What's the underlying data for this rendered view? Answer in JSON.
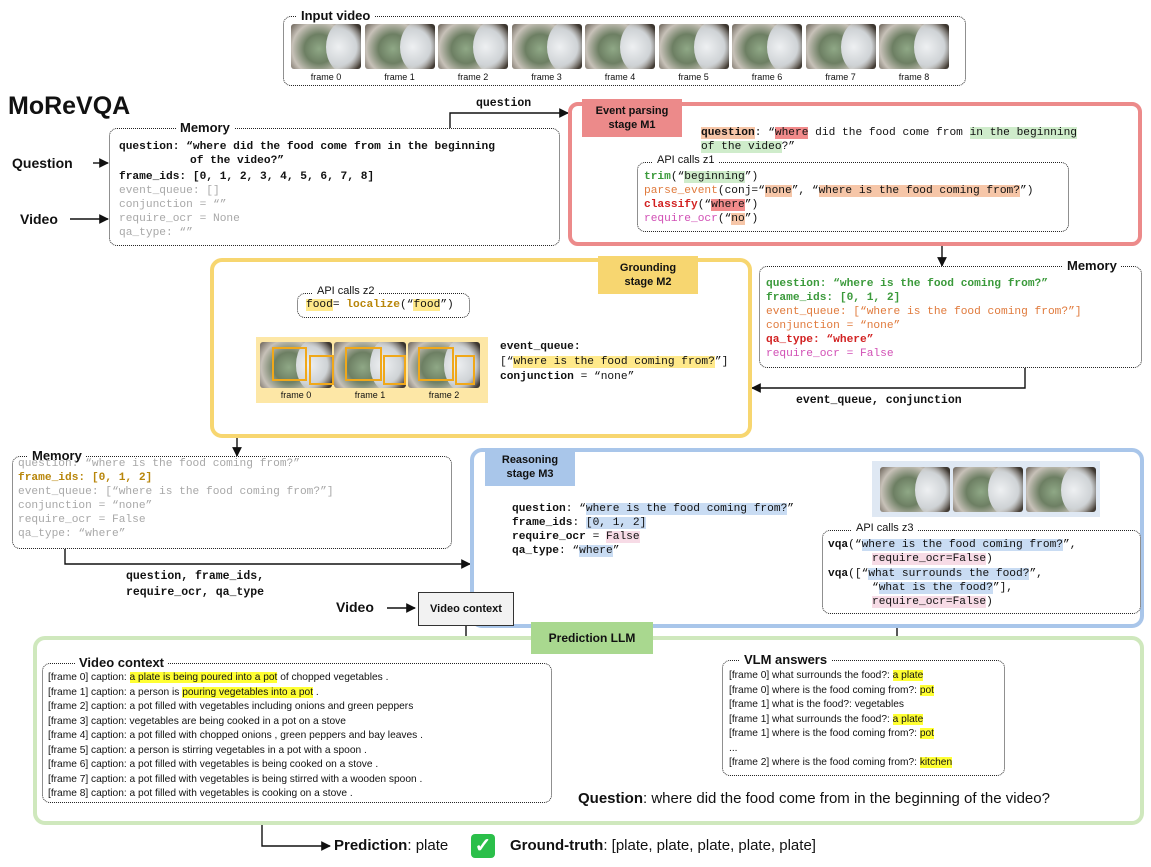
{
  "title": "MoReVQA",
  "input_video": {
    "title": "Input video",
    "frames": [
      "frame 0",
      "frame 1",
      "frame 2",
      "frame 3",
      "frame 4",
      "frame 5",
      "frame 6",
      "frame 7",
      "frame 8"
    ]
  },
  "left_inputs": {
    "question": "Question",
    "video": "Video"
  },
  "arrow_question_label": "question",
  "memory1": {
    "title": "Memory",
    "question_line1": "question: “where did the food come from in the beginning",
    "question_line2": "of the video?”",
    "frame_ids": "frame_ids: [0, 1, 2, 3, 4, 5, 6, 7, 8]",
    "event_queue": "event_queue: []",
    "conjunction": "conjunction = “”",
    "require_ocr": "require_ocr = None",
    "qa_type": "qa_type: “”"
  },
  "stage1": {
    "label_line1": "Event parsing",
    "label_line2": "stage M1",
    "q_key": "question",
    "q_p1": ": “",
    "q_where": "where",
    "q_mid": " did the food come from ",
    "q_hl1": "in the beginning",
    "q_hl2": "of the video",
    "q_end": "?”",
    "api_title": "API calls z1",
    "trim_fn": "trim",
    "trim_arg": "beginning",
    "parse_fn": "parse_event",
    "parse_conj_key": "(conj=“",
    "parse_conj_val": "none",
    "parse_mid": "”, “",
    "parse_arg": "where is the food coming from?",
    "parse_end": "”)",
    "classify_fn": "classify",
    "classify_arg": "where",
    "ocr_fn": "require_ocr",
    "ocr_arg": "no"
  },
  "memory2": {
    "title": "Memory",
    "question": "question: “where is the food coming from?”",
    "frame_ids": "frame_ids: [0, 1, 2]",
    "event_queue": "event_queue: [“where is the food coming from?”]",
    "conjunction": "conjunction = “none”",
    "qa_type": "qa_type: “where”",
    "require_ocr": "require_ocr = False"
  },
  "arrow_event_label": "event_queue, conjunction",
  "stage2": {
    "label_line1": "Grounding",
    "label_line2": "stage M2",
    "api_title": "API calls z2",
    "code_var": "food",
    "code_eq": "= ",
    "code_fn": "localize",
    "code_arg": "food",
    "frames": [
      "frame 0",
      "frame 1",
      "frame 2"
    ],
    "eq_key": "event_queue:",
    "eq_val": "where is the food coming from?",
    "conj": "conjunction = “none”"
  },
  "memory3": {
    "title": "Memory",
    "question": "question: “where is the food coming from?”",
    "frame_ids": "frame_ids: [0, 1, 2]",
    "event_queue": "event_queue: [“where is the food coming from?”]",
    "conjunction": "conjunction = “none”",
    "require_ocr": "require_ocr = False",
    "qa_type": "qa_type: “where”"
  },
  "arrow_mem3_label1": "question, frame_ids,",
  "arrow_mem3_label2": "require_ocr, qa_type",
  "stage3": {
    "label_line1": "Reasoning",
    "label_line2": "stage M3",
    "question_key": "question",
    "question_val": "where is the food coming from?",
    "frame_key": "frame_ids",
    "frame_val": "[0, 1, 2]",
    "ocr_key": "require_ocr",
    "ocr_val": "False",
    "qa_key": "qa_type",
    "qa_val": "where",
    "api_title": "API calls z3",
    "vqa1_a": "where is the food coming from?",
    "vqa1_b": "require_ocr=False",
    "vqa2_a": "what surrounds the food?",
    "vqa2_b": "what is the food?",
    "vqa2_c": "require_ocr=False"
  },
  "video_label": "Video",
  "video_context_box": "Video context",
  "prediction_llm": "Prediction LLM",
  "video_context": {
    "title": "Video context",
    "lines": [
      {
        "pre": "[frame   0] caption: ",
        "hl": "a plate is being poured into a pot",
        "post": " of chopped vegetables ."
      },
      {
        "pre": "[frame   1] caption: a person is ",
        "hl": "pouring vegetables into a pot",
        "post": " ."
      },
      {
        "pre": "[frame   2] caption: a pot filled with vegetables including onions and green peppers",
        "hl": "",
        "post": ""
      },
      {
        "pre": "[frame   3] caption: vegetables are being cooked in a pot on a stove",
        "hl": "",
        "post": ""
      },
      {
        "pre": "[frame   4] caption: a pot filled with chopped onions , green peppers and bay leaves .",
        "hl": "",
        "post": ""
      },
      {
        "pre": "[frame   5] caption: a person is stirring vegetables in a pot with a spoon .",
        "hl": "",
        "post": ""
      },
      {
        "pre": "[frame   6] caption: a pot filled with vegetables is being cooked on a stove .",
        "hl": "",
        "post": ""
      },
      {
        "pre": "[frame   7] caption: a pot filled with vegetables is being stirred with a wooden spoon .",
        "hl": "",
        "post": ""
      },
      {
        "pre": "[frame   8] caption: a pot filled with vegetables is cooking on a stove .",
        "hl": "",
        "post": ""
      }
    ]
  },
  "vlm_answers": {
    "title": "VLM answers",
    "lines": [
      {
        "pre": "[frame    0] what surrounds the food?: ",
        "hl": "a plate"
      },
      {
        "pre": "[frame    0] where is the food coming from?: ",
        "hl": "pot"
      },
      {
        "pre": "[frame    1] what is the food?: vegetables",
        "hl": ""
      },
      {
        "pre": "[frame    1] what surrounds the food?: ",
        "hl": "a plate"
      },
      {
        "pre": "[frame    1] where is the food coming from?: ",
        "hl": "pot"
      },
      {
        "pre": "...",
        "hl": ""
      },
      {
        "pre": "[frame    2] where is the food coming from?: ",
        "hl": "kitchen"
      }
    ]
  },
  "final_question_key": "Question",
  "final_question_val": ": where did the food come from in the beginning of the video?",
  "prediction_key": "Prediction",
  "prediction_val": ": plate",
  "gt_key": "Ground-truth",
  "gt_val": ": [plate, plate, plate, plate, plate]",
  "colors": {
    "event_parsing": "#ec8a8a",
    "grounding": "#f7d670",
    "reasoning": "#8fb4e0",
    "prediction": "#a9d88f",
    "check": "#2bbf4a"
  }
}
